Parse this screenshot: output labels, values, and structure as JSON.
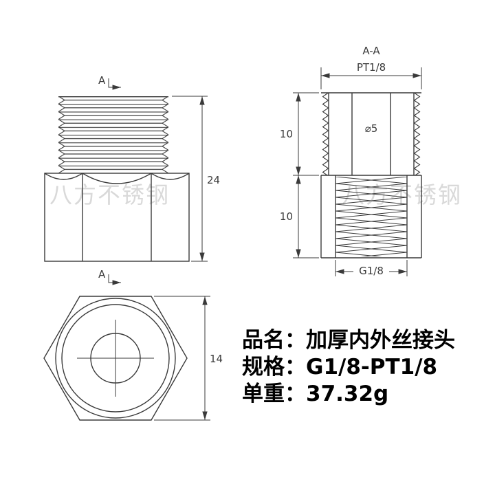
{
  "drawing": {
    "front_view": {
      "section_marker_top": "A",
      "section_marker_bottom": "A",
      "dim_total_height": "24"
    },
    "section_view": {
      "title": "A-A",
      "dim_top_thread": "PT1/8",
      "dim_upper_length": "10",
      "dim_lower_length": "10",
      "dim_bore_diameter": "⌀5",
      "dim_bottom_thread": "G1/8"
    },
    "bottom_view": {
      "dim_hex_height": "14"
    }
  },
  "watermark": {
    "text": "八方不锈钢"
  },
  "specs": {
    "product_name": {
      "label": "品名：",
      "value": "加厚内外丝接头"
    },
    "specification": {
      "label": "规格：",
      "value": "G1/8-PT1/8"
    },
    "unit_weight": {
      "label": "单重：",
      "value": "37.32g"
    }
  },
  "colors": {
    "line": "#3a3a3a",
    "dimension": "#3a3a3a",
    "watermark": "#d9d9d9",
    "text": "#000000",
    "background": "#ffffff"
  }
}
